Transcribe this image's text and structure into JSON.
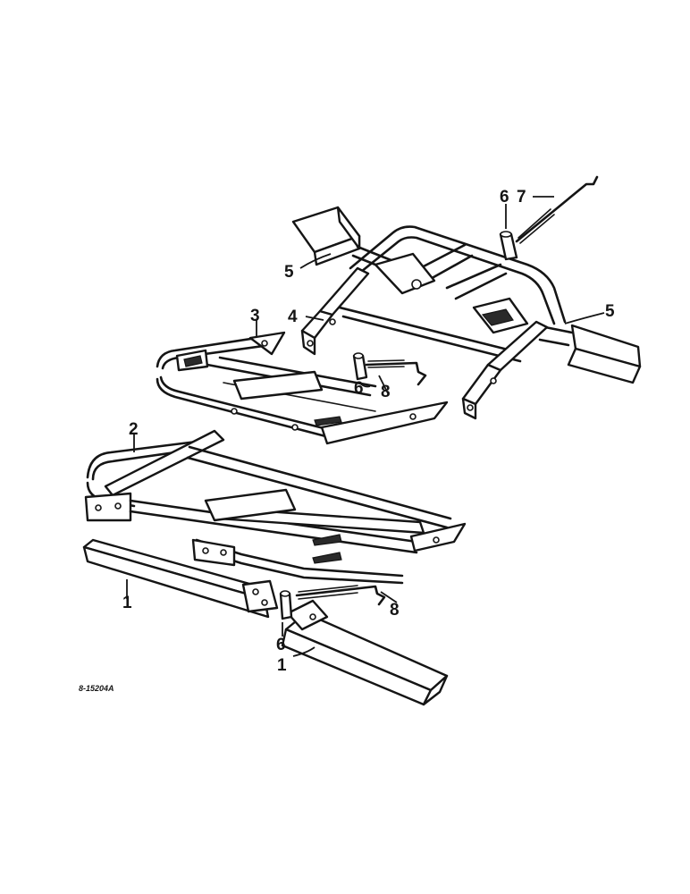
{
  "diagram": {
    "reference_code": "8-15204A",
    "callouts": [
      {
        "id": "c1a",
        "text": "1"
      },
      {
        "id": "c1b",
        "text": "1"
      },
      {
        "id": "c2",
        "text": "2"
      },
      {
        "id": "c3",
        "text": "3"
      },
      {
        "id": "c4",
        "text": "4"
      },
      {
        "id": "c5a",
        "text": "5"
      },
      {
        "id": "c5b",
        "text": "5"
      },
      {
        "id": "c6a",
        "text": "6"
      },
      {
        "id": "c6b",
        "text": "6"
      },
      {
        "id": "c6c",
        "text": "6"
      },
      {
        "id": "c7",
        "text": "7"
      },
      {
        "id": "c8a",
        "text": "8"
      },
      {
        "id": "c8b",
        "text": "8"
      }
    ]
  }
}
